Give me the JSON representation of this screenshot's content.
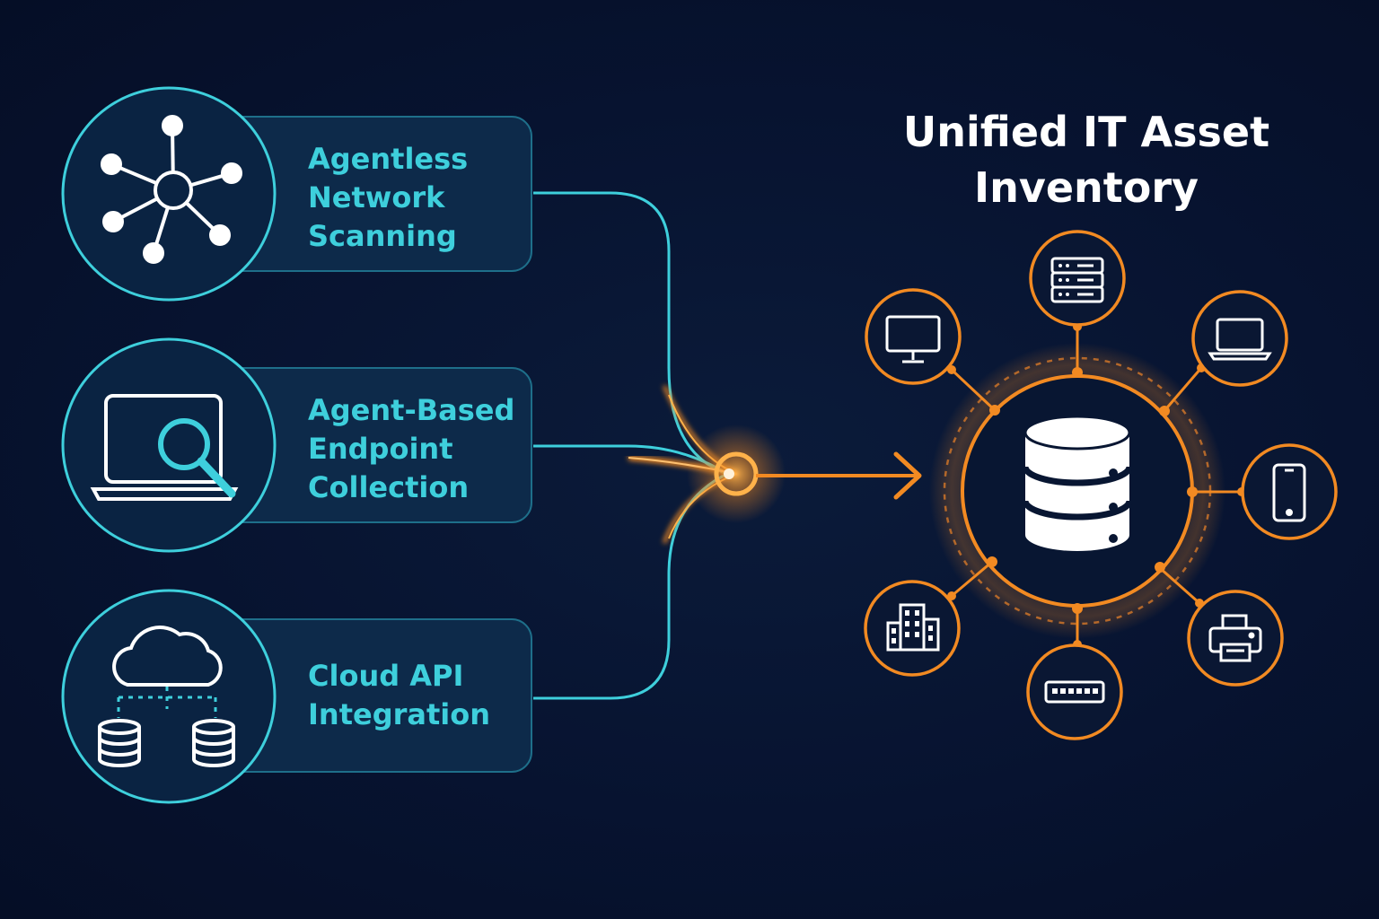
{
  "title": {
    "line1": "Unified IT Asset",
    "line2": "Inventory"
  },
  "sources": [
    {
      "line1": "Agentless",
      "line2": "Network",
      "line3": "Scanning",
      "icon": "network-hub-icon"
    },
    {
      "line1": "Agent-Based",
      "line2": "Endpoint",
      "line3": "Collection",
      "icon": "laptop-search-icon"
    },
    {
      "line1": "Cloud API",
      "line2": "Integration",
      "icon": "cloud-databases-icon"
    }
  ],
  "assets": [
    {
      "icon": "server-rack-icon"
    },
    {
      "icon": "laptop-icon"
    },
    {
      "icon": "smartphone-icon"
    },
    {
      "icon": "printer-icon"
    },
    {
      "icon": "network-switch-icon"
    },
    {
      "icon": "building-icon"
    },
    {
      "icon": "desktop-monitor-icon"
    }
  ],
  "hub_icon": "database-icon",
  "colors": {
    "background": "#071330",
    "cyan": "#3ecfdc",
    "orange": "#f28a22",
    "white": "#ffffff"
  }
}
